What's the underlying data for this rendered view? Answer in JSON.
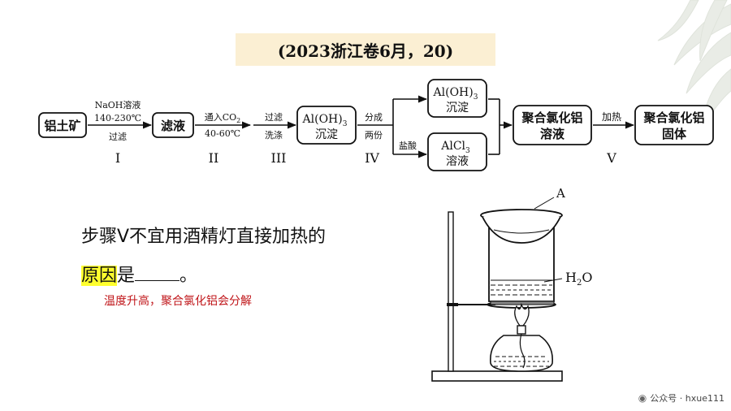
{
  "title": "(2023浙江卷6月，20)",
  "flow": {
    "box1": "铝土矿",
    "arrow1_top": "NaOH溶液",
    "arrow1_mid": "140-230℃",
    "arrow1_bottom": "过滤",
    "step1": "I",
    "box2": "滤液",
    "arrow2_top": "通入CO",
    "arrow2_top_sub": "2",
    "arrow2_mid": "40-60℃",
    "step2": "II",
    "arrow3_top": "过滤",
    "arrow3_mid": "洗涤",
    "step3": "III",
    "box3_line1": "Al(OH)",
    "box3_sub": "3",
    "box3_line2": "沉淀",
    "arrow4_top": "分成",
    "arrow4_mid": "两份",
    "step4": "IV",
    "branch_label": "盐酸",
    "box4_line1": "Al(OH)",
    "box4_sub": "3",
    "box4_line2": "沉淀",
    "box5_line1": "AlCl",
    "box5_sub": "3",
    "box5_line2": "溶液",
    "box6_line1": "聚合氯化铝",
    "box6_line2": "溶液",
    "arrow5_top": "加热",
    "step5": "V",
    "box7_line1": "聚合氯化铝",
    "box7_line2": "固体"
  },
  "question": {
    "line1": "步骤V不宜用酒精灯直接加热的",
    "line2_highlight": "原因",
    "line2_rest": "是",
    "line2_end": "。"
  },
  "answer": "温度升高，聚合氯化铝会分解",
  "apparatus": {
    "label_a": "A",
    "label_water": "H",
    "label_water_sub": "2",
    "label_water_end": "O"
  },
  "watermark": "公众号 · hxue111"
}
